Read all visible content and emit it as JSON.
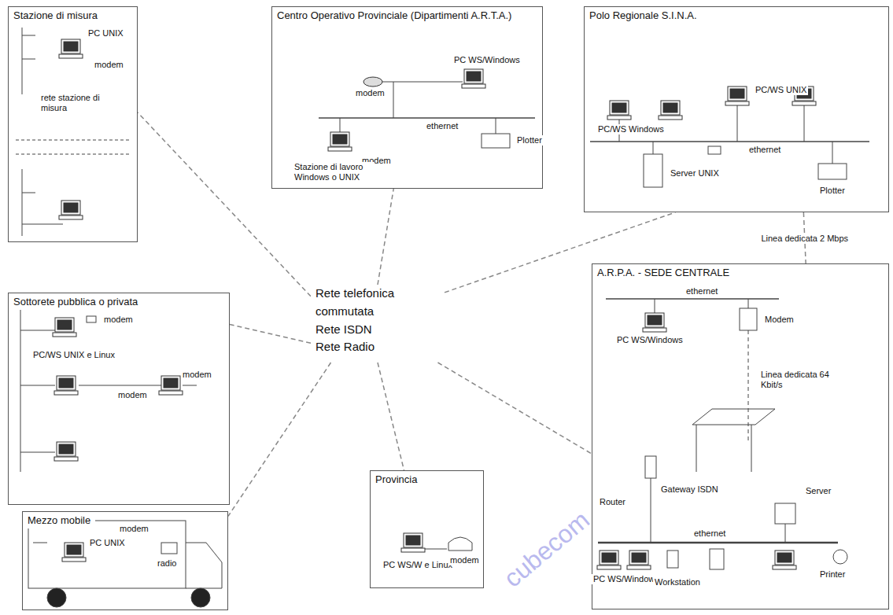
{
  "diagram": {
    "nodes": [
      {
        "text": [
          "Stazione di misura"
        ]
      },
      {
        "text": [
          "Centro Operativo Provinciale (Dipartimenti A.R.T.A.)"
        ]
      },
      {
        "text": [
          "Polo Regionale S.I.N.A."
        ]
      },
      {
        "text": [
          "Sottorete pubblica o privata"
        ]
      },
      {
        "text": [
          "Mezzo mobile"
        ]
      },
      {
        "text": [
          "Rete telefonica",
          "commutata",
          "Rete ISDN",
          "Rete Radio"
        ]
      },
      {
        "text": [
          "Provincia"
        ]
      },
      {
        "text": [
          "A.R.P.A. - SEDE CENTRALE"
        ]
      }
    ],
    "edges": [
      {
        "from": 5,
        "to": 0,
        "arrow": "none"
      },
      {
        "from": 5,
        "to": 1,
        "arrow": "none"
      },
      {
        "from": 5,
        "to": 2,
        "arrow": "none"
      },
      {
        "from": 5,
        "to": 3,
        "arrow": "none"
      },
      {
        "from": 5,
        "to": 4,
        "arrow": "none"
      },
      {
        "from": 5,
        "to": 6,
        "arrow": "none"
      },
      {
        "from": 5,
        "to": 7,
        "arrow": "none"
      },
      {
        "from": 2,
        "to": 7,
        "label": "Linea dedicata 2 Mbps",
        "arrow": "none"
      }
    ],
    "labels": [
      "PC UNIX",
      "modem",
      "rete stazione di misura",
      "modem",
      "PC WS/Windows",
      "ethernet",
      "modem",
      "Plotter",
      "Stazione di lavoro Windows o UNIX",
      "PC/WS Windows",
      "PC/WS UNIX",
      "ethernet",
      "Plotter",
      "Server UNIX",
      "modem",
      "PC/WS UNIX e Linux",
      "modem",
      "modem",
      "PC UNIX",
      "modem",
      "radio",
      "PC WS/W e Linux",
      "modem",
      "ethernet",
      "PC WS/Windows",
      "Modem",
      "Linea dedicata 64 Kbit/s",
      "Router",
      "Gateway ISDN",
      "ethernet",
      "Server",
      "PC WS/Windows",
      "Workstation",
      "Printer",
      "cubecom"
    ]
  }
}
